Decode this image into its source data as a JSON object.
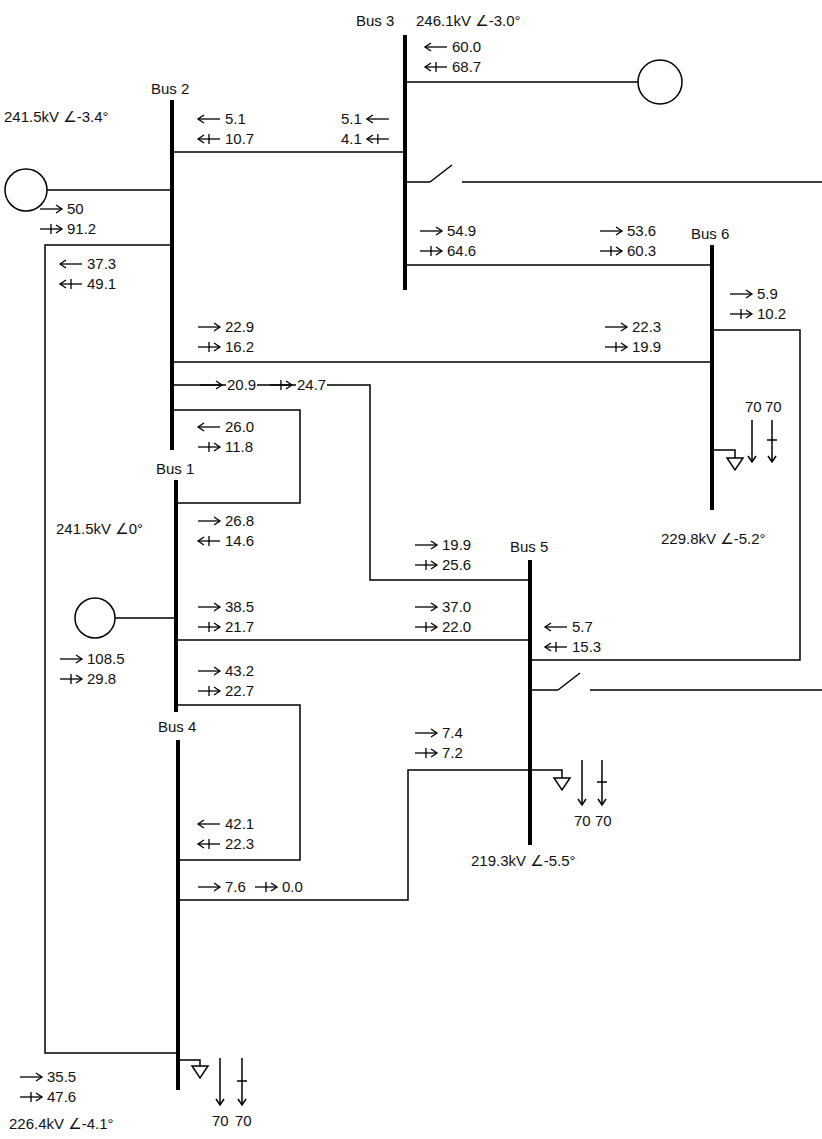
{
  "diagram": {
    "nodes": [
      {
        "text": [
          "Bus 3",
          "246.1kV ∠-3.0°"
        ]
      },
      {
        "text": [
          "Bus 2",
          "241.5kV ∠-3.4°"
        ]
      },
      {
        "text": [
          "Bus 6",
          "229.8kV ∠-5.2°"
        ]
      },
      {
        "text": [
          "Bus 1",
          "241.5kV ∠0°"
        ]
      },
      {
        "text": [
          "Bus 5",
          "219.3kV ∠-5.5°"
        ]
      },
      {
        "text": [
          "Bus 4",
          "226.4kV ∠-4.1°"
        ]
      }
    ],
    "edges": [
      {
        "from": 1,
        "to": 0,
        "arrow": "none"
      },
      {
        "from": 0,
        "to": 2,
        "arrow": "none"
      },
      {
        "from": 1,
        "to": 5,
        "arrow": "none"
      },
      {
        "from": 1,
        "to": 2,
        "arrow": "none"
      },
      {
        "from": 1,
        "to": 4,
        "arrow": "none"
      },
      {
        "from": 1,
        "to": 3,
        "arrow": "none"
      },
      {
        "from": 3,
        "to": 4,
        "arrow": "none"
      },
      {
        "from": 3,
        "to": 5,
        "arrow": "none"
      },
      {
        "from": 5,
        "to": 4,
        "arrow": "none"
      },
      {
        "from": 2,
        "to": 4,
        "arrow": "none"
      }
    ],
    "labels": [
      "60.0",
      "68.7",
      "5.1",
      "10.7",
      "5.1",
      "4.1",
      "50",
      "91.2",
      "37.3",
      "49.1",
      "22.9",
      "16.2",
      "20.9",
      "24.7",
      "26.0",
      "11.8",
      "54.9",
      "64.6",
      "53.6",
      "60.3",
      "5.9",
      "10.2",
      "22.3",
      "19.9",
      "70",
      "70",
      "26.8",
      "14.6",
      "19.9",
      "25.6",
      "38.5",
      "21.7",
      "37.0",
      "22.0",
      "5.7",
      "15.3",
      "108.5",
      "29.8",
      "43.2",
      "22.7",
      "7.4",
      "7.2",
      "70",
      "70",
      "42.1",
      "22.3",
      "7.6",
      "0.0",
      "35.5",
      "47.6",
      "70",
      "70"
    ]
  }
}
